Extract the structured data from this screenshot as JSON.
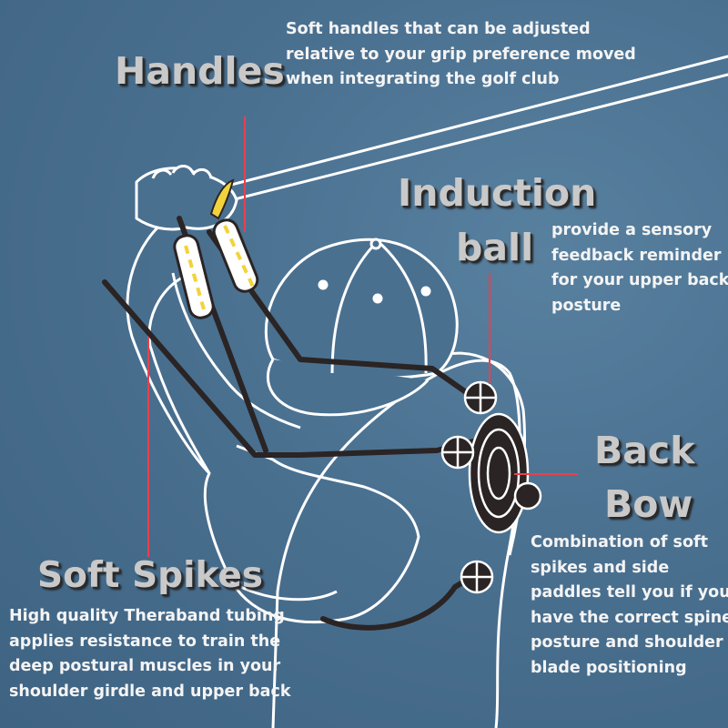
{
  "labels": {
    "handles": {
      "title": "Handles",
      "description": [
        "Soft handles that can be adjusted",
        "relative to your grip preference moved",
        "when integrating the golf club"
      ]
    },
    "induction_ball": {
      "title": [
        "Induction",
        "ball"
      ],
      "description": [
        "provide a sensory",
        "feedback reminder",
        "for your upper back",
        "posture"
      ]
    },
    "back_bow": {
      "title": [
        "Back",
        "Bow"
      ],
      "description": [
        "Combination of soft",
        "spikes and side",
        "paddles tell you if you",
        "have the correct spine",
        "posture and shoulder",
        "blade positioning"
      ]
    },
    "soft_spikes": {
      "title": "Soft Spikes",
      "description": [
        "High quality Theraband tubing",
        "applies resistance to train the",
        "deep postural muscles in your",
        "shoulder girdle and upper back"
      ]
    }
  },
  "colors": {
    "background": "#4a7090",
    "pointer": "#e8404f",
    "title_text": "#c9c9c9",
    "description_text": "#f4f4f4",
    "handle_accent": "#f2d33b"
  }
}
